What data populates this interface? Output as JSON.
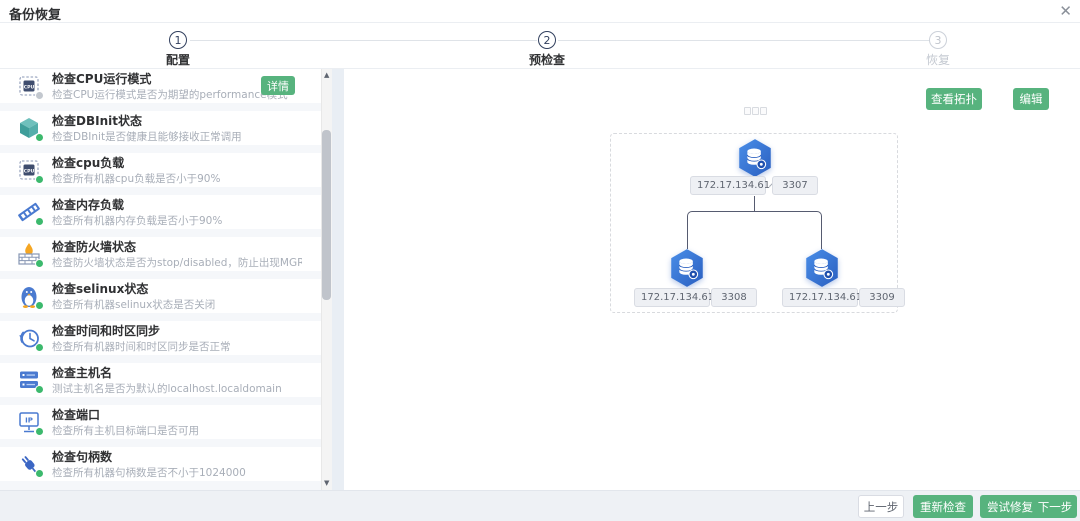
{
  "header": {
    "title": "备份恢复"
  },
  "stepper": {
    "steps": [
      {
        "number": "1",
        "label": "配置",
        "state": "done"
      },
      {
        "number": "2",
        "label": "预检查",
        "state": "active"
      },
      {
        "number": "3",
        "label": "恢复",
        "state": "pending"
      }
    ]
  },
  "sidebar": {
    "items": [
      {
        "icon": "cpu-icon",
        "title": "检查CPU运行模式",
        "desc": "检查CPU运行模式是否为期望的performance模式",
        "action": "详情",
        "status": "pending"
      },
      {
        "icon": "cube-icon",
        "title": "检查DBInit状态",
        "desc": "检查DBInit是否健康且能够接收正常调用",
        "status": "ok"
      },
      {
        "icon": "cpu-icon",
        "title": "检查cpu负载",
        "desc": "检查所有机器cpu负载是否小于90%",
        "status": "ok"
      },
      {
        "icon": "memory-icon",
        "title": "检查内存负载",
        "desc": "检查所有机器内存负载是否小于90%",
        "status": "ok"
      },
      {
        "icon": "firewall-icon",
        "title": "检查防火墙状态",
        "desc": "检查防火墙状态是否为stop/disabled，防止出现MGR内部通信问题",
        "status": "ok"
      },
      {
        "icon": "linux-icon",
        "title": "检查selinux状态",
        "desc": "检查所有机器selinux状态是否关闭",
        "status": "ok"
      },
      {
        "icon": "time-sync-icon",
        "title": "检查时间和时区同步",
        "desc": "检查所有机器时间和时区同步是否正常",
        "status": "ok"
      },
      {
        "icon": "server-icon",
        "title": "检查主机名",
        "desc": "测试主机名是否为默认的localhost.localdomain",
        "status": "ok"
      },
      {
        "icon": "port-icon",
        "title": "检查端口",
        "desc": "检查所有主机目标端口是否可用",
        "status": "ok"
      },
      {
        "icon": "plug-icon",
        "title": "检查句柄数",
        "desc": "检查所有机器句柄数是否不小于1024000",
        "status": "ok"
      }
    ]
  },
  "topology": {
    "view_button": "查看拓扑",
    "edit_button": "编辑",
    "nodes": [
      {
        "role": "primary",
        "ip": "172.17.134.61",
        "port": "3307"
      },
      {
        "role": "secondary",
        "ip": "172.17.134.61",
        "port": "3308"
      },
      {
        "role": "secondary",
        "ip": "172.17.134.61",
        "port": "3309"
      }
    ]
  },
  "footer": {
    "prev_button": "上一步",
    "recheck_button": "重新检查",
    "repair_button": "尝试修复",
    "next_button": "下一步"
  },
  "colors": {
    "accent_green": "#57b37e",
    "node_blue": "#2a5fc0",
    "status_green": "#3cb96d"
  }
}
